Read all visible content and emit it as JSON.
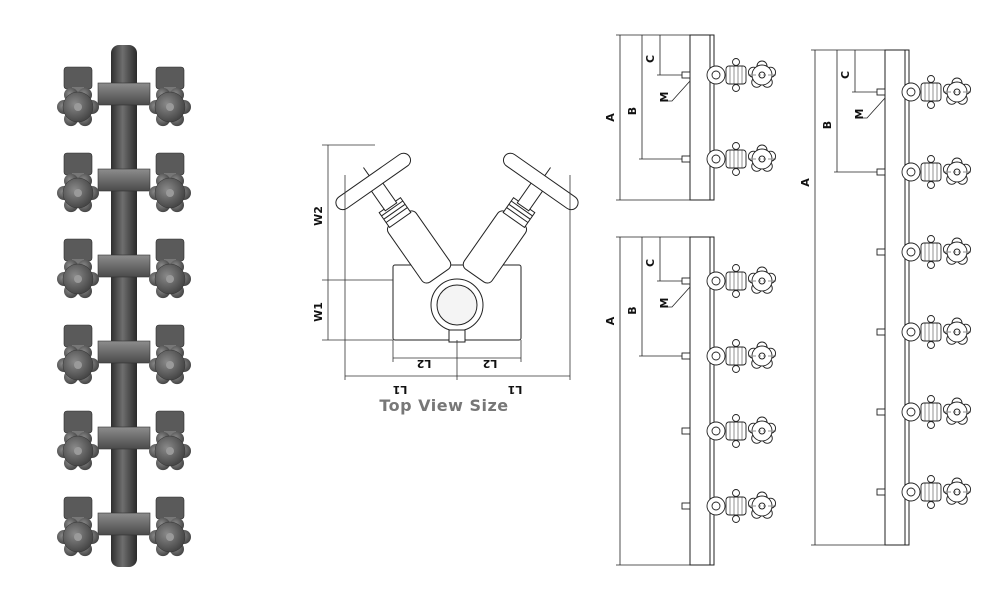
{
  "top_view": {
    "caption": "Top View Size",
    "labels": {
      "w1": "W1",
      "w2": "W2",
      "l1": "L1",
      "l2": "L2"
    }
  },
  "manifold_small": {
    "labels": {
      "a": "A",
      "b": "B",
      "c": "C",
      "m": "M"
    },
    "valve_count": 2
  },
  "manifold_medium": {
    "labels": {
      "a": "A",
      "b": "B",
      "c": "C",
      "m": "M"
    },
    "valve_count": 4
  },
  "manifold_large": {
    "labels": {
      "a": "A",
      "b": "B",
      "c": "C",
      "m": "M"
    },
    "valve_count": 6
  },
  "product_render": {
    "valve_pairs": 6
  },
  "colors": {
    "line": "#222222",
    "steel_dark": "#3a3a3a",
    "steel_mid": "#6b6b6b",
    "steel_light": "#9a9a9a",
    "caption": "#777777"
  }
}
